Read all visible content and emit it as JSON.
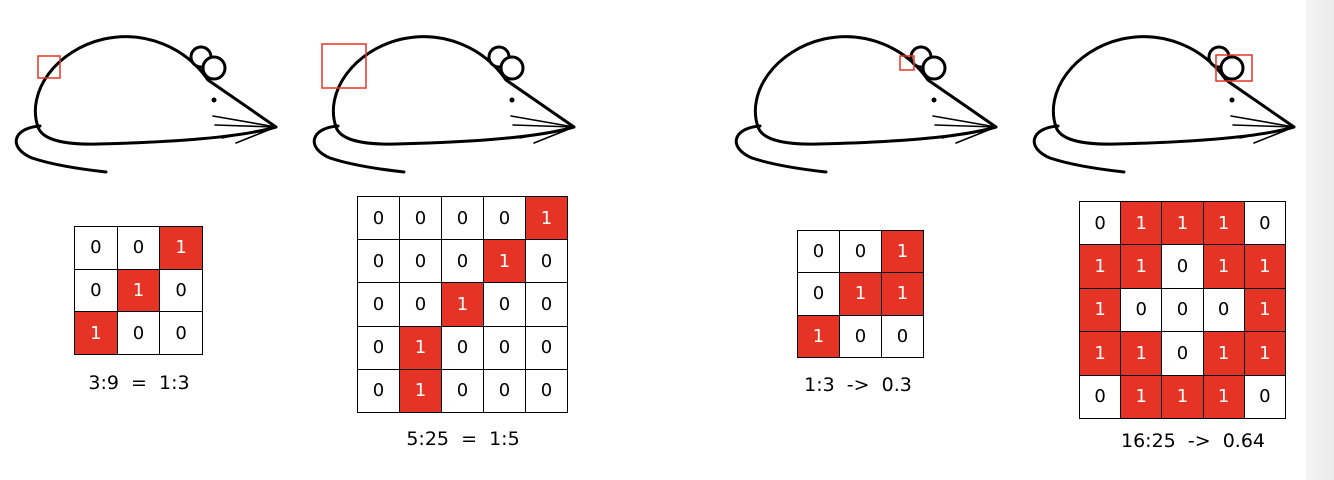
{
  "colors": {
    "highlight": "#e53326",
    "outline": "#000000",
    "frame": "#e53326"
  },
  "panels": [
    {
      "grid": [
        [
          "0",
          "0",
          "1"
        ],
        [
          "0",
          "1",
          "0"
        ],
        [
          "1",
          "0",
          "0"
        ]
      ],
      "caption": "3:9  =  1:3"
    },
    {
      "grid": [
        [
          "0",
          "0",
          "0",
          "0",
          "1"
        ],
        [
          "0",
          "0",
          "0",
          "1",
          "0"
        ],
        [
          "0",
          "0",
          "1",
          "0",
          "0"
        ],
        [
          "0",
          "1",
          "0",
          "0",
          "0"
        ],
        [
          "0",
          "1",
          "0",
          "0",
          "0"
        ]
      ],
      "caption": "5:25  =  1:5"
    },
    {
      "grid": [
        [
          "0",
          "0",
          "1"
        ],
        [
          "0",
          "1",
          "1"
        ],
        [
          "1",
          "0",
          "0"
        ]
      ],
      "caption": "1:3  ->  0.3"
    },
    {
      "grid": [
        [
          "0",
          "1",
          "1",
          "1",
          "0"
        ],
        [
          "1",
          "1",
          "0",
          "1",
          "1"
        ],
        [
          "1",
          "0",
          "0",
          "0",
          "1"
        ],
        [
          "1",
          "1",
          "0",
          "1",
          "1"
        ],
        [
          "0",
          "1",
          "1",
          "1",
          "0"
        ]
      ],
      "caption": "16:25  ->  0.64"
    }
  ]
}
